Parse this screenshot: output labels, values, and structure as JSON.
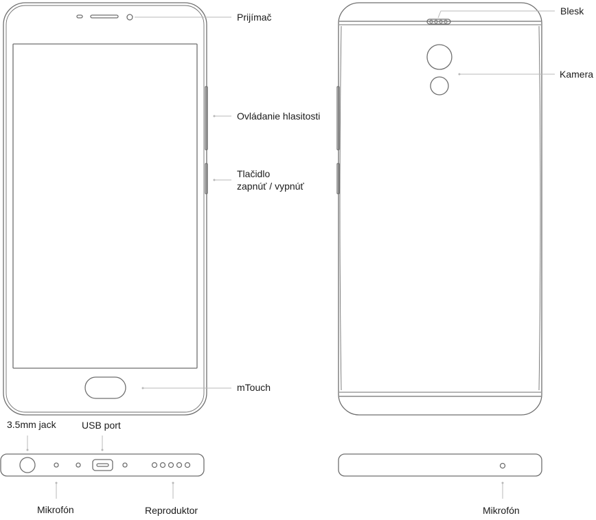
{
  "labels": {
    "receiver": "Prijímač",
    "volume": "Ovládanie hlasitosti",
    "power_line1": "Tlačidlo",
    "power_line2": "zapnúť / vypnúť",
    "mtouch": "mTouch",
    "flash": "Blesk",
    "camera": "Kamera",
    "jack": "3.5mm jack",
    "usb": "USB port",
    "mic_bottom": "Mikrofón",
    "speaker": "Reproduktor",
    "mic_top": "Mikrofón"
  },
  "colors": {
    "outline": "#6e6e6e",
    "leader": "#b8b8b8",
    "text": "#1a1a1a"
  }
}
